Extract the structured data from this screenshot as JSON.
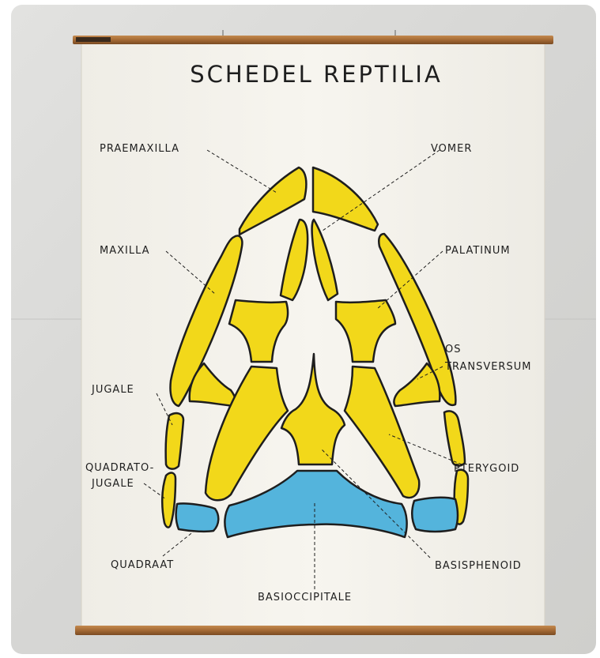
{
  "title": "SCHEDEL REPTILIA",
  "strip_label": "",
  "labels": {
    "praemaxilla": "PRAEMAXILLA",
    "vomer": "VOMER",
    "maxilla": "MAXILLA",
    "palatinum": "PALATINUM",
    "os_transversum_line1": "OS",
    "os_transversum_line2": "TRANSVERSUM",
    "jugale": "JUGALE",
    "quadratojugale_line1": "QUADRATO-",
    "quadratojugale_line2": "JUGALE",
    "pterygoid": "PTERYGOID",
    "quadraat": "QUADRAAT",
    "basisphenoid": "BASISPHENOID",
    "basioccipitale": "BASIOCCIPITALE"
  },
  "colors": {
    "wall": "#d8d8d6",
    "paper": "#f4f2ec",
    "wood": "#a8703a",
    "bone_yellow": "#f2d81a",
    "bone_blue": "#54b4dc",
    "outline": "#1e1e1e"
  }
}
